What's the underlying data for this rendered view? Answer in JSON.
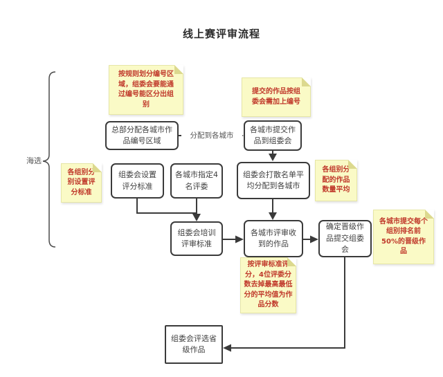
{
  "title": "线上赛评审流程",
  "stage_label": "海选",
  "colors": {
    "note_bg": "#fafac6",
    "note_border": "#e6e6a6",
    "note_fold": "#dcd98e",
    "note_text": "#c0392b",
    "box_border": "#3a3a3a",
    "box_text": "#404040",
    "line": "#3a3a3a"
  },
  "boxes": {
    "hq_assign_numbering": "总部分配各城市作品编号区域",
    "city_submit_works": "各城市提交作品到组委会",
    "committee_shuffle_list": "组委会打散名单平均分配到各城市",
    "committee_set_scoring": "组委会设置评分标准",
    "city_appoint_judges": "各城市指定4名评委",
    "committee_train_standard": "组委会培训评审标准",
    "city_review_works": "各城市评审收到的作品",
    "confirm_promoted_works": "确定晋级作品提交组委会",
    "committee_select_provincial": "组委会评选省级作品"
  },
  "notes": {
    "numbering_rule": "按规则划分编号区域，组委会要能通过编号能区分出组别",
    "submission_numbering": "提交的作品按组委会需加上编号",
    "group_scoring_standard": "各组别分别设置评分标准",
    "group_distribution_even": "各组别分配的作品数量平均",
    "city_top50_submission": "各城市提交每个组别排名前50%的晋级作品",
    "scoring_method": "按评审标准评分，4位评委分数去掉最高最低分的平均值为作品分数"
  },
  "edges": {
    "assign_to_cities_label": "分配到各城市"
  }
}
